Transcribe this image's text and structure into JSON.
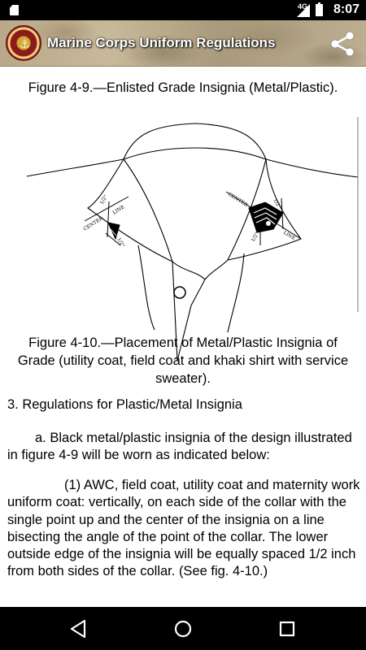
{
  "status_bar": {
    "network": "4G",
    "time": "8:07"
  },
  "app_bar": {
    "title": "Marine Corps Uniform Regulations",
    "logo_icon": "usmc-emblem-icon",
    "share_icon": "share-icon"
  },
  "content": {
    "figure_title": "Figure 4-9.—Enlisted Grade Insignia (Metal/Plastic).",
    "figure_labels": {
      "left_center": "CENTER",
      "left_line": "LINE",
      "left_half_inch_top": "1/2\"",
      "left_half_inch_bottom": "1/2\"",
      "right_center": "CENTER",
      "right_line": "LINE",
      "right_half_inch_top": "1/2\"",
      "right_half_inch_bottom": "1/2\""
    },
    "figure_caption": "Figure 4-10.—Placement of Metal/Plastic Insignia of Grade (utility coat, field coat and khaki shirt with service sweater).",
    "section_heading": "3. Regulations for Plastic/Metal Insignia",
    "paragraph_a": "a. Black metal/plastic insignia of the design illustrated in figure 4-9 will be worn as indicated below:",
    "paragraph_1": "(1) AWC, field coat, utility coat and maternity work uniform coat: vertically, on each side of the collar with the single point up and the center of the insignia on a line bisecting the angle of the point of the collar. The lower outside edge of the insignia will be equally spaced 1/2 inch from both sides of the collar. (See fig. 4-10.)"
  },
  "nav_bar": {
    "back_icon": "back-icon",
    "home_icon": "home-icon",
    "recents_icon": "recents-icon"
  },
  "colors": {
    "status_bar": "#000000",
    "nav_bar": "#000000",
    "app_title": "#ffffff",
    "text": "#000000"
  }
}
